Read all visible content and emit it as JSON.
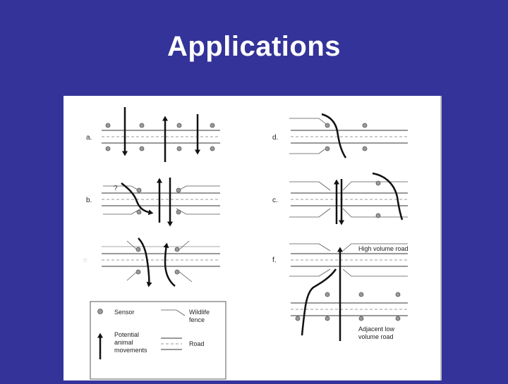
{
  "slide": {
    "title": "Applications",
    "background_color": "#333399",
    "title_color": "#ffffff"
  },
  "figure": {
    "panel_labels": {
      "a": "a.",
      "b": "b.",
      "c": "c.",
      "d": "d.",
      "e": "e.",
      "f": "f."
    },
    "question_mark": "?",
    "high_volume_road": "High volume road",
    "adjacent_road": [
      "Adjacent low",
      "volume road"
    ],
    "legend": {
      "sensor": "Sensor",
      "fence": [
        "Wildlife",
        "fence"
      ],
      "movement": [
        "Potential",
        "animal",
        "movements"
      ],
      "road": "Road"
    },
    "icons": [
      "sensor-circle",
      "wildlife-fence-line",
      "animal-movement-arrow",
      "road-lines"
    ]
  }
}
